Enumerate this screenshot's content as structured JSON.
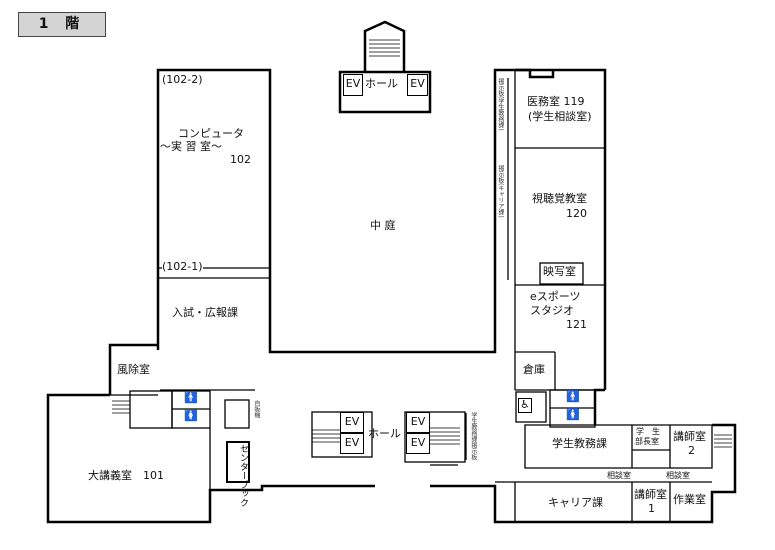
{
  "floor_title": "1 階",
  "rooms": {
    "lab_102_2": "(102-2)",
    "lab_name_1": "コンピュータ",
    "lab_name_2": "〜実 習 室〜",
    "lab_num": "102",
    "lab_102_1": "(102-1)",
    "admissions": "入試・広報課",
    "courtyard": "中 庭",
    "medical": "医務室 119",
    "medical_sub": "(学生相談室)",
    "av_room": "視聴覚教室",
    "av_num": "120",
    "projection": "映写室",
    "esports_1": "eスポーツ",
    "esports_2": "スタジオ",
    "esports_num": "121",
    "storage": "倉庫",
    "windbreak": "風除室",
    "lecture_hall": "大講義室　101",
    "center_book": "センターブック",
    "vending": "自販機",
    "student_affairs": "学生教務課",
    "dean_1": "学　生",
    "dean_2": "部長室",
    "lecturer2": "講師室",
    "lecturer2_num": "2",
    "consult_left": "相談室",
    "consult_right": "相談室",
    "career": "キャリア課",
    "lecturer1": "講師室",
    "lecturer1_num": "1",
    "workroom": "作業室"
  },
  "halls": {
    "top_hall": "ホール",
    "center_hall": "ホール",
    "ev": "EV"
  },
  "boards": {
    "board_student": "掲示板(学生教務課)",
    "board_career": "掲示板(キャリア課)",
    "board_center": "学生教務課掲示板"
  }
}
